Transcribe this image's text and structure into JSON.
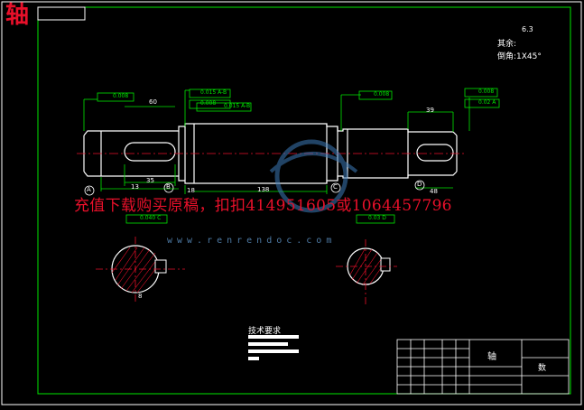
{
  "title": "轴",
  "promo_text": "充值下载购买原稿，扣扣414951605或1064457796",
  "watermark": "www.renrendoc.com",
  "notes": {
    "surface_label": "其余:",
    "surface_value": "6.3",
    "chamfer": "倒角:1X45°",
    "tech_requirements_title": "技术要求"
  },
  "dimensions": {
    "d1": "60",
    "d2": "35",
    "d3": "13",
    "d4": "18",
    "d5": "138",
    "d6": "39",
    "d7": "48",
    "d8": "8"
  },
  "datums": [
    "A",
    "B",
    "C",
    "D"
  ],
  "tolerances": [
    "0.008",
    "0.015 A-B",
    "0.008",
    "0.015 A-B",
    "0.008",
    "0.008",
    "0.02 A"
  ],
  "section_tolerances": [
    "0.040 C",
    "0.03 D"
  ],
  "title_block": {
    "mark_center": "轴",
    "mark_right": "数"
  },
  "colors": {
    "background": "#000000",
    "outline": "#ffffff",
    "dimension": "#00e600",
    "red_text": "#e8102a",
    "hatch": "#e8102a",
    "center": "#e8102a"
  }
}
